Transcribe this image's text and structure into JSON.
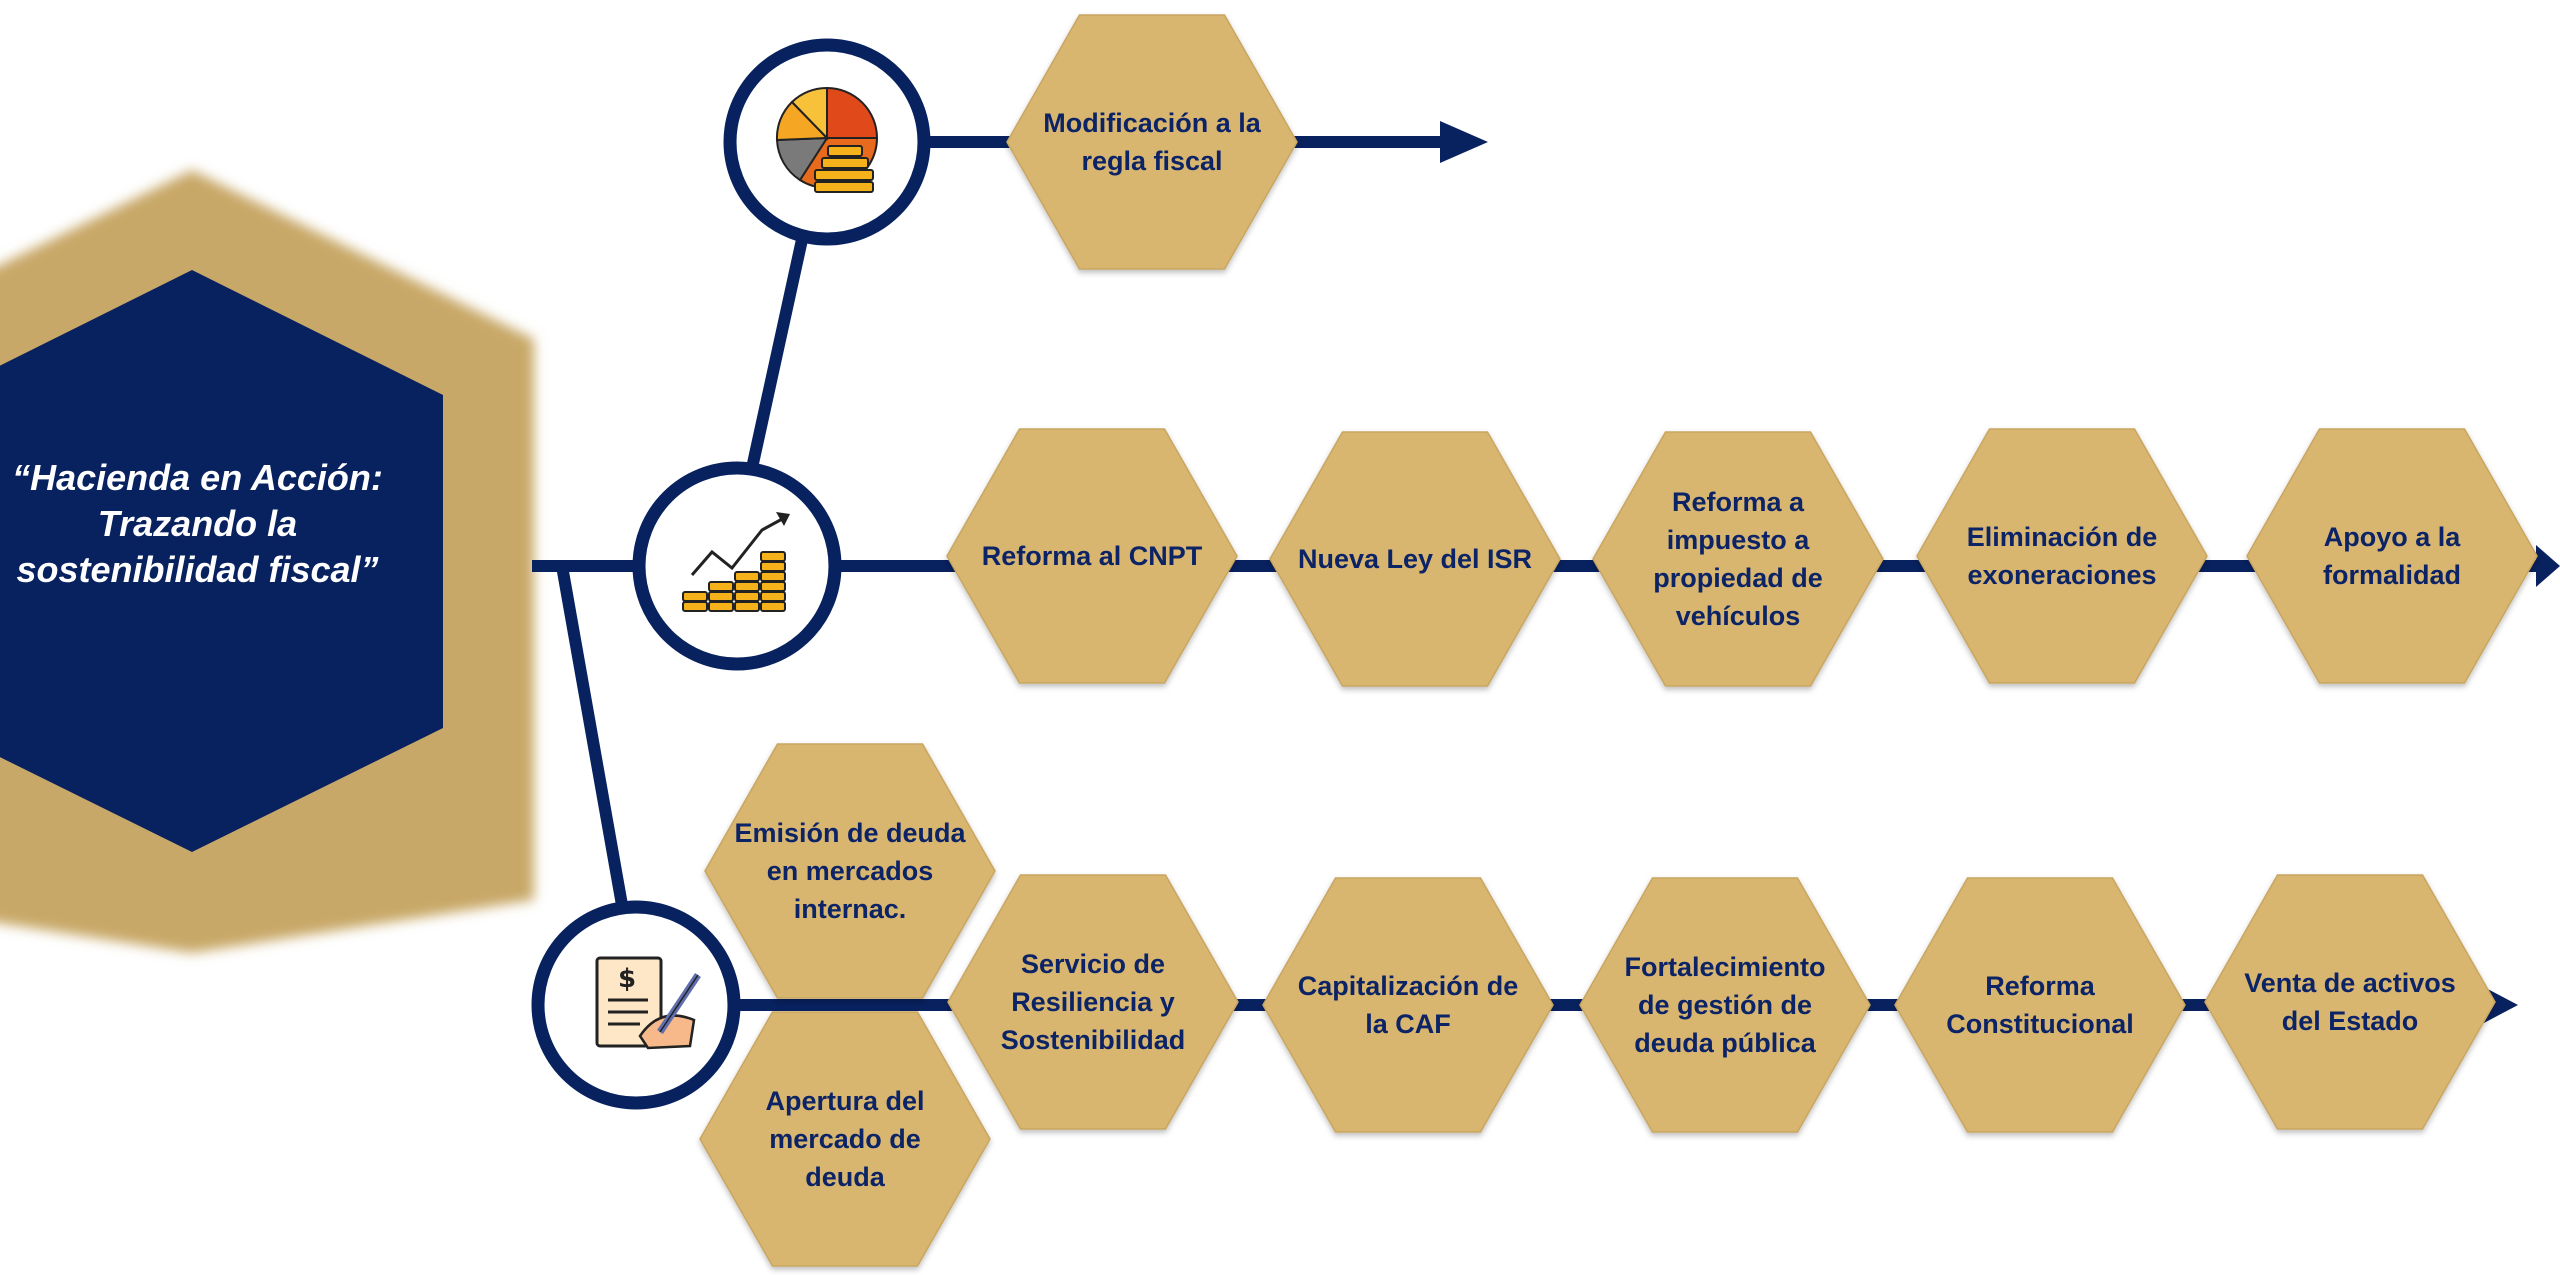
{
  "colors": {
    "navy": "#08215f",
    "gold": "#d9b66f",
    "gold_outer": "#c8a867",
    "label_text": "#0c2466",
    "white": "#ffffff"
  },
  "central": {
    "title_line1": "“Hacienda en Acción:",
    "title_line2": "Trazando la",
    "title_line3": "sostenibilidad fiscal”"
  },
  "branches": [
    {
      "icon": "pie-chart-coins-icon",
      "items": [
        {
          "lines": [
            "Modificación a la",
            "regla fiscal"
          ]
        }
      ]
    },
    {
      "icon": "growth-chart-coins-icon",
      "items": [
        {
          "lines": [
            "Reforma al CNPT"
          ]
        },
        {
          "lines": [
            "Nueva Ley del ISR"
          ]
        },
        {
          "lines": [
            "Reforma a",
            "impuesto a",
            "propiedad de",
            "vehículos"
          ]
        },
        {
          "lines": [
            "Eliminación de",
            "exoneraciones"
          ]
        },
        {
          "lines": [
            "Apoyo a la",
            "formalidad"
          ]
        }
      ]
    },
    {
      "icon": "contract-signing-icon",
      "items": [
        {
          "lines": [
            "Emisión de deuda",
            "en mercados",
            "internac."
          ]
        },
        {
          "lines": [
            "Apertura del",
            "mercado de",
            "deuda"
          ]
        },
        {
          "lines": [
            "Servicio de",
            "Resiliencia y",
            "Sostenibilidad"
          ]
        },
        {
          "lines": [
            "Capitalización de",
            "la CAF"
          ]
        },
        {
          "lines": [
            "Fortalecimiento",
            "de gestión de",
            "deuda pública"
          ]
        },
        {
          "lines": [
            "Reforma",
            "Constitucional"
          ]
        },
        {
          "lines": [
            "Venta de activos",
            "del Estado"
          ]
        }
      ]
    }
  ]
}
